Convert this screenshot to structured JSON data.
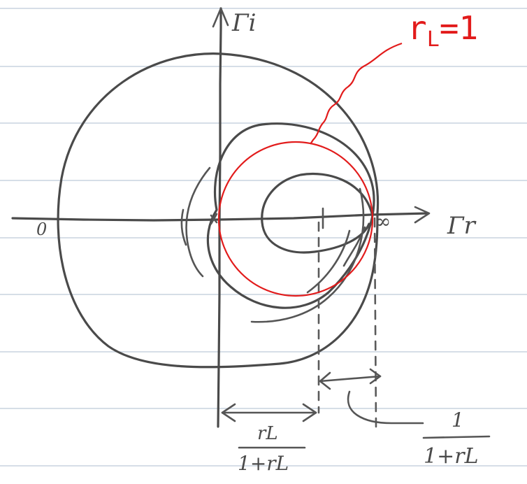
{
  "labels": {
    "imag_axis": "Γi",
    "real_axis": "Γr",
    "origin": "0",
    "infinity": "∞",
    "red_circle_label": "rL =1",
    "red_circle_label_main": "r",
    "red_circle_label_sub": "L",
    "red_circle_label_eq": "=1",
    "left_fraction_numerator": "rL",
    "left_fraction_denominator": "1+rL",
    "right_fraction_numerator": "1",
    "right_fraction_denominator": "1+rL"
  },
  "colors": {
    "ink": "#4a4a4a",
    "highlight": "#e21b1b",
    "rule_lines": "#c8d3df"
  }
}
